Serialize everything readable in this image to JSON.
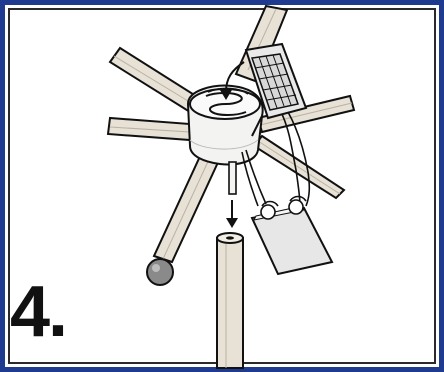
{
  "step": {
    "number_label": "4."
  },
  "colors": {
    "border": "#1f3b8f",
    "background": "#ffffff",
    "ink": "#111111",
    "wood": "#e7e1d6",
    "hub": "#f3f3f1",
    "panel": "#e9e9e9",
    "ball": "#8a8a8a"
  },
  "illustration": {
    "parts": [
      "solar-panel",
      "hub",
      "spokes",
      "pole",
      "ball-spoke",
      "battery-pack",
      "wires",
      "arrows"
    ]
  }
}
